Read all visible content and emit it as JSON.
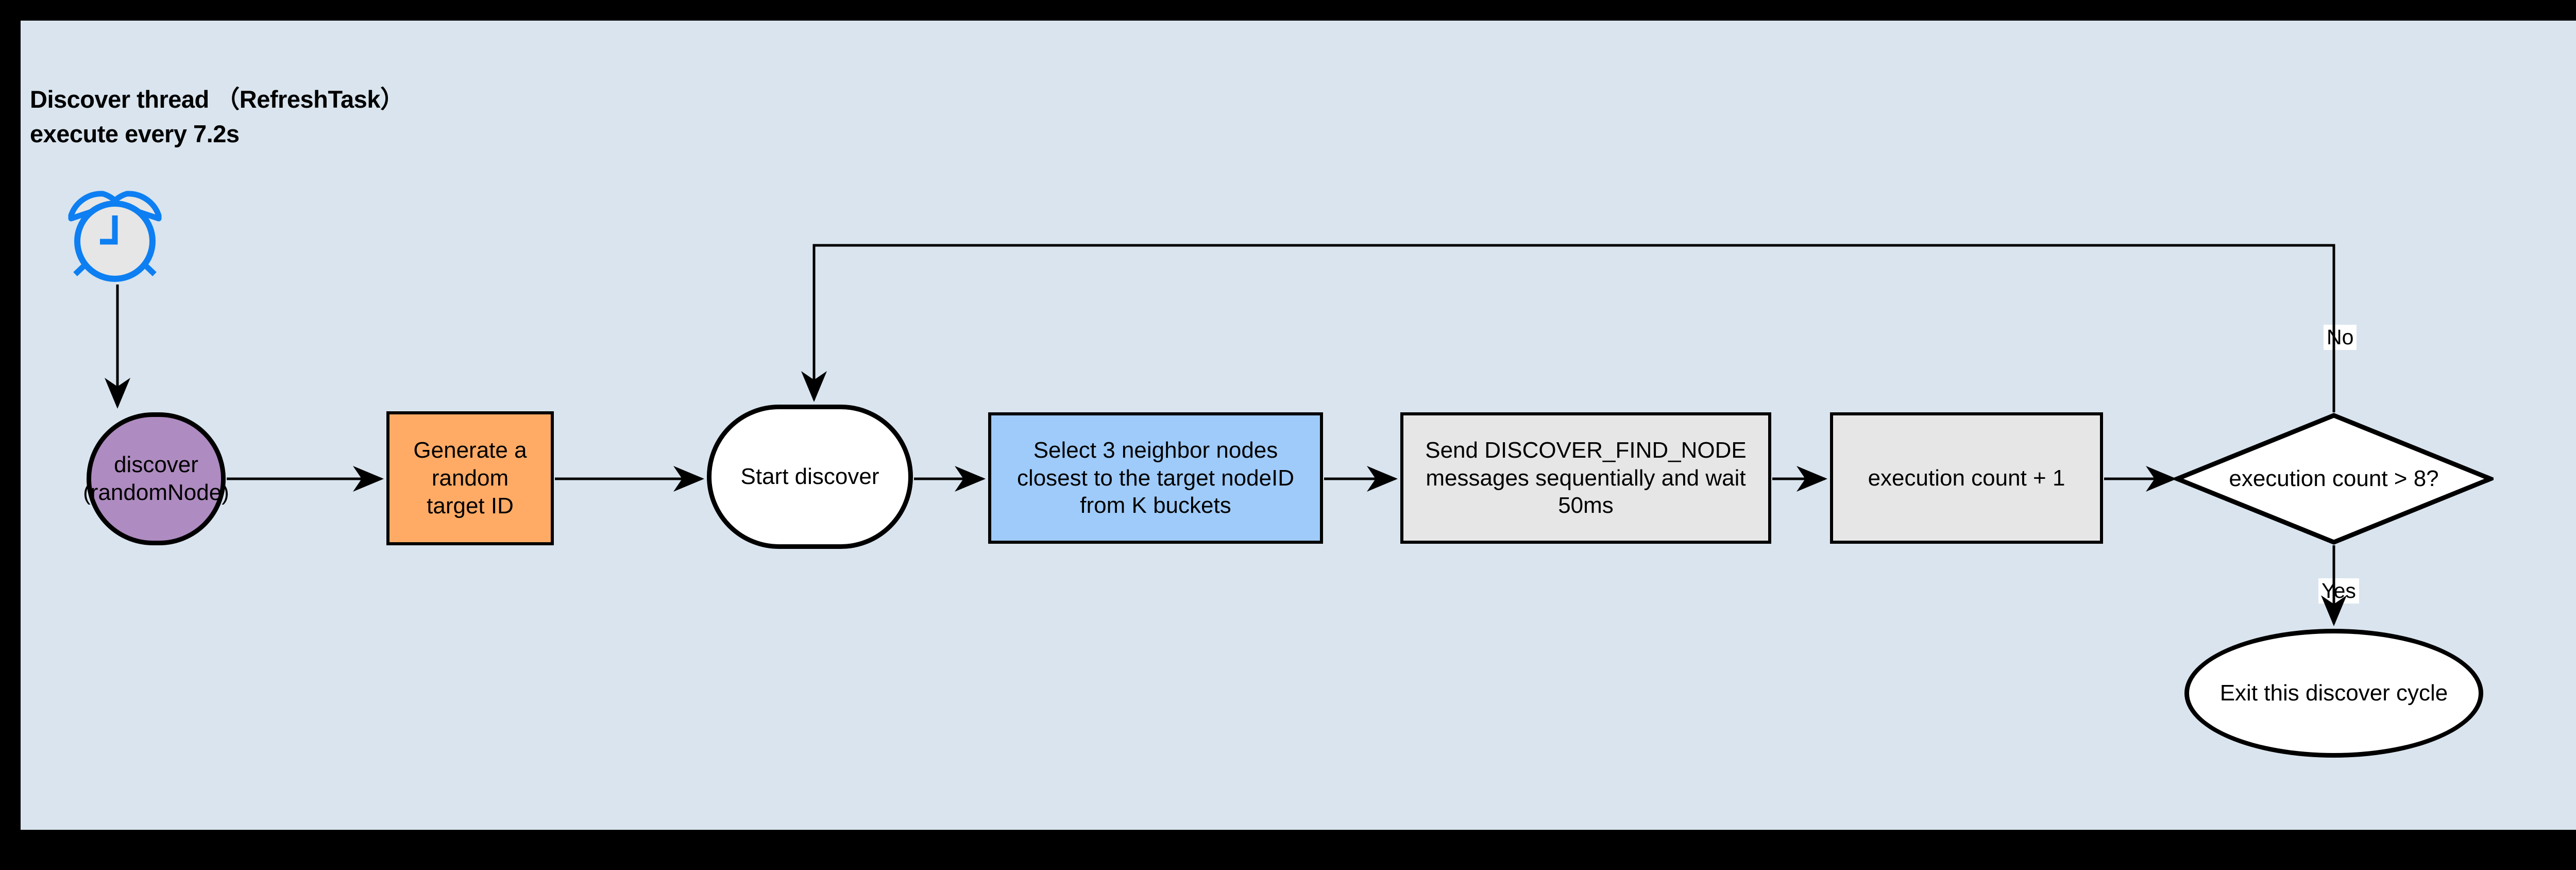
{
  "diagram": {
    "title_line1": "Discover thread （RefreshTask）",
    "title_line2": "execute every 7.2s",
    "background_color": "#d9e4ee",
    "frame_color": "#000000",
    "icons": {
      "alarm_clock": "alarm-clock-icon",
      "alarm_clock_color": "#0d7ff2",
      "alarm_clock_face": "#e6e6e6"
    },
    "nodes": [
      {
        "id": "discover",
        "label": "discover\n(randomNode)",
        "shape": "stadium",
        "fill": "#ae8bc0"
      },
      {
        "id": "generate",
        "label": "Generate a random\ntarget ID",
        "shape": "rect",
        "fill": "#ffab66"
      },
      {
        "id": "start",
        "label": "Start discover",
        "shape": "stadium",
        "fill": "#ffffff"
      },
      {
        "id": "select",
        "label": "Select 3 neighbor nodes\nclosest to the target nodeID\nfrom K buckets",
        "shape": "rect",
        "fill": "#9fcbfa"
      },
      {
        "id": "send",
        "label": "Send DISCOVER_FIND_NODE\nmessages sequentially and wait\n50ms",
        "shape": "rect",
        "fill": "#e6e6e6"
      },
      {
        "id": "count",
        "label": "execution count + 1",
        "shape": "rect",
        "fill": "#e6e6e6"
      },
      {
        "id": "decision",
        "label": "execution count > 8?",
        "shape": "diamond",
        "fill": "#ffffff"
      },
      {
        "id": "exit",
        "label": "Exit this discover cycle",
        "shape": "ellipse",
        "fill": "#ffffff"
      }
    ],
    "edge_labels": {
      "no": "No",
      "yes": "Yes"
    },
    "node_labels": {
      "discover_line1": "discover",
      "discover_line2": "(randomNode)",
      "generate_line1": "Generate a random",
      "generate_line2": "target ID",
      "start": "Start discover",
      "select_line1": "Select 3 neighbor nodes",
      "select_line2": "closest to the target nodeID",
      "select_line3": "from K buckets",
      "send_line1": "Send DISCOVER_FIND_NODE",
      "send_line2": "messages sequentially and wait",
      "send_line3": "50ms",
      "count": "execution count + 1",
      "decision": "execution count > 8?",
      "exit": "Exit this discover cycle"
    }
  }
}
